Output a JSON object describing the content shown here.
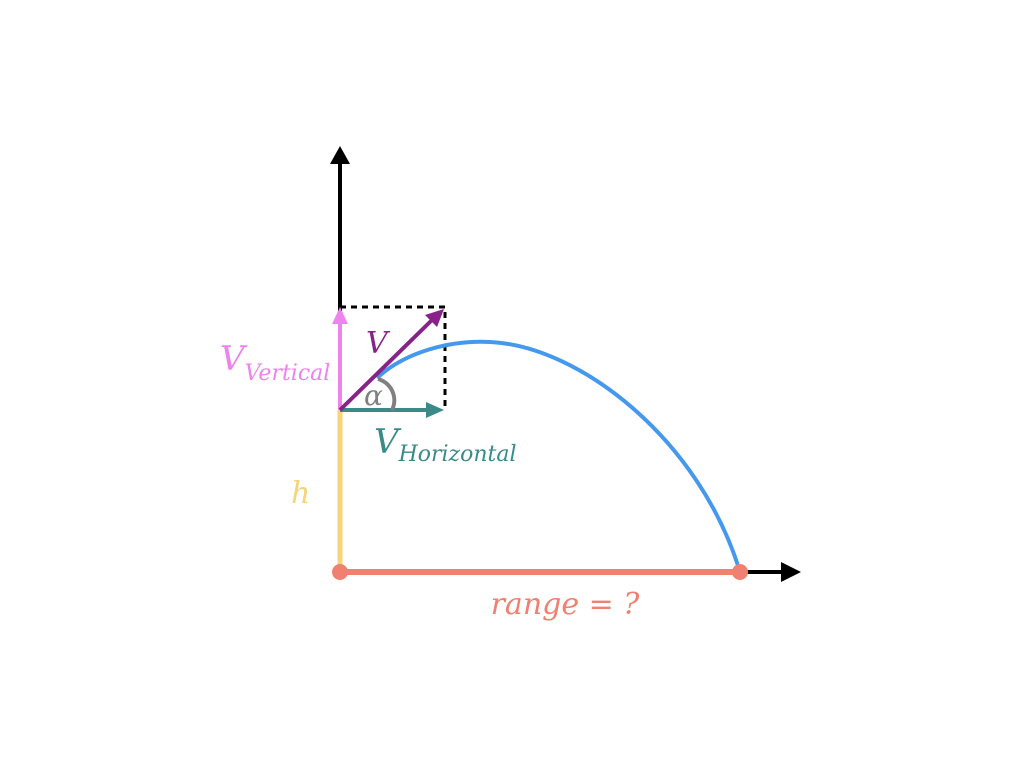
{
  "labels": {
    "v": "V",
    "v_vertical_main": "V",
    "v_vertical_sub": "Vertical",
    "v_horizontal_main": "V",
    "v_horizontal_sub": "Horizontal",
    "alpha": "α",
    "h": "h",
    "range": "range = ?"
  },
  "colors": {
    "axes": "#000000",
    "velocity": "#882288",
    "vertical_component": "#ee82ee",
    "horizontal_component": "#3a8a8a",
    "height": "#f5d47a",
    "range": "#f08070",
    "trajectory": "#4499ee",
    "angle": "#808080"
  }
}
